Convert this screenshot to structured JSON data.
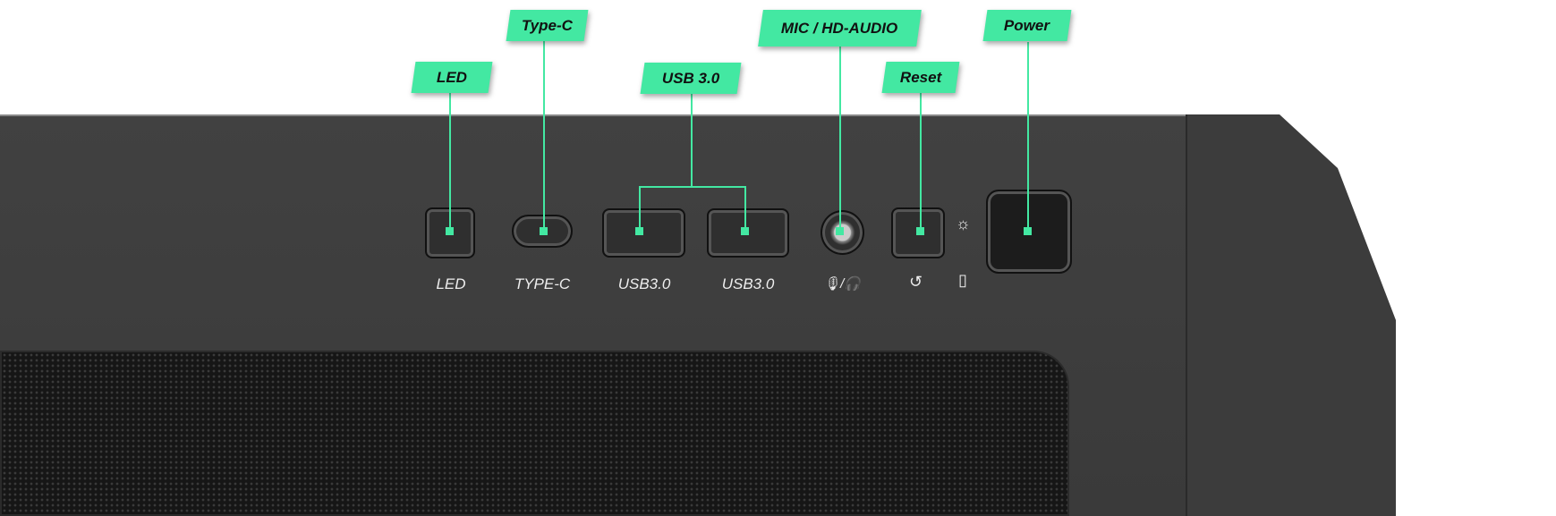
{
  "callouts": {
    "led": "LED",
    "typec": "Type-C",
    "usb": "USB 3.0",
    "audio": "MIC / HD-AUDIO",
    "reset": "Reset",
    "power": "Power"
  },
  "port_labels": {
    "led": "LED",
    "typec": "TYPE-C",
    "usb1": "USB3.0",
    "usb2": "USB3.0",
    "audio": "🎙/🎧"
  },
  "accent": "#43e8a2"
}
